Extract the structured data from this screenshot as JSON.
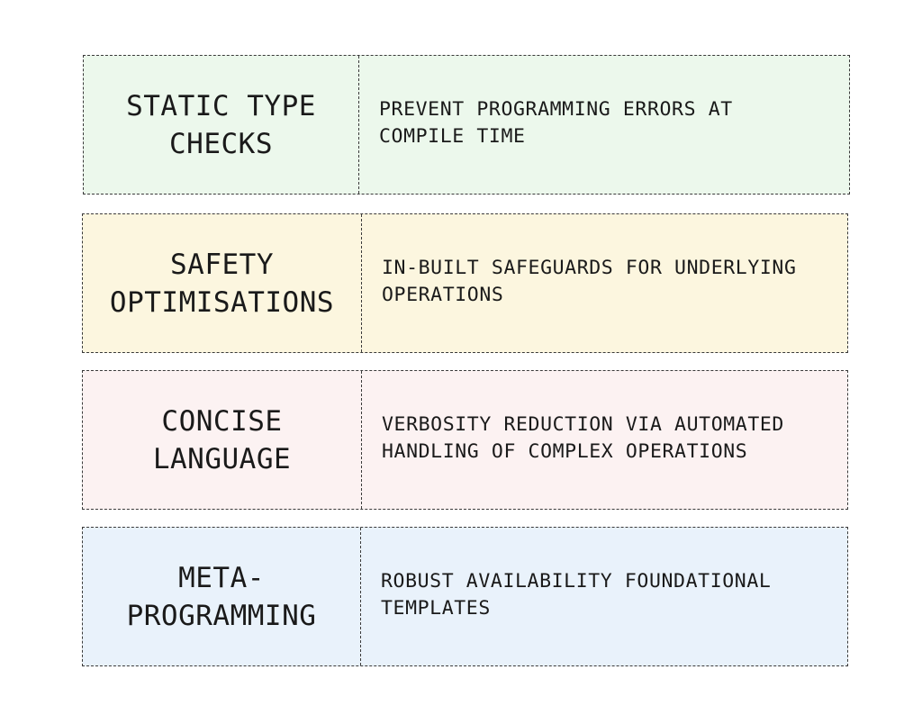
{
  "rows": [
    {
      "title": "STATIC TYPE\nCHECKS",
      "description": "PREVENT PROGRAMMING ERRORS AT\nCOMPILE TIME",
      "color": "#ecf8ec"
    },
    {
      "title": "SAFETY\nOPTIMISATIONS",
      "description": "IN-BUILT SAFEGUARDS FOR UNDERLYING\nOPERATIONS",
      "color": "#fcf6df"
    },
    {
      "title": "CONCISE\nLANGUAGE",
      "description": "VERBOSITY REDUCTION VIA AUTOMATED\nHANDLING OF COMPLEX OPERATIONS",
      "color": "#fcf2f2"
    },
    {
      "title": "META-\nPROGRAMMING",
      "description": "ROBUST AVAILABILITY FOUNDATIONAL\nTEMPLATES",
      "color": "#e9f2fb"
    }
  ]
}
